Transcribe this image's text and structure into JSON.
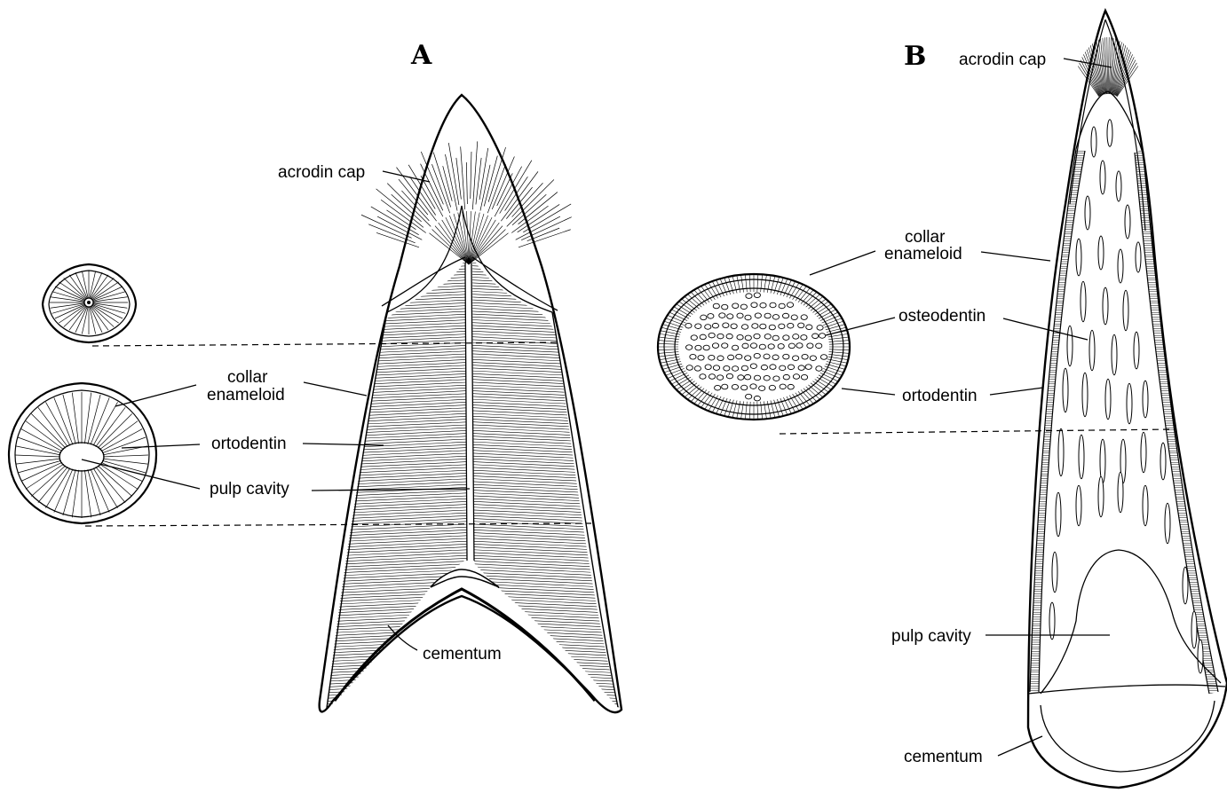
{
  "figure": {
    "panel_a": {
      "letter": "A",
      "labels": {
        "acrodin_cap": "acrodin cap",
        "collar_line1": "collar",
        "collar_line2": "enameloid",
        "ortodentin": "ortodentin",
        "pulp_cavity": "pulp cavity",
        "cementum": "cementum"
      }
    },
    "panel_b": {
      "letter": "B",
      "labels": {
        "acrodin_cap": "acrodin cap",
        "collar_line1": "collar",
        "collar_line2": "enameloid",
        "osteodentin": "osteodentin",
        "ortodentin": "ortodentin",
        "pulp_cavity": "pulp cavity",
        "cementum": "cementum"
      }
    }
  }
}
